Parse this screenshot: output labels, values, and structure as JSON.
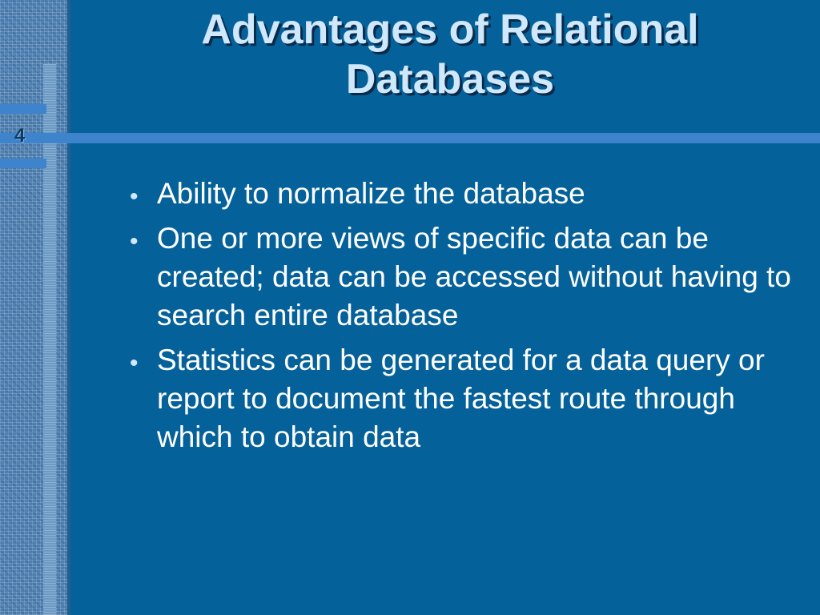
{
  "slide": {
    "number": "4",
    "title_lines": [
      "Advantages of Relational",
      "Databases"
    ],
    "bullet_glyph": "•",
    "bullets": [
      "Ability to normalize the database",
      "One or more views of specific data can be created; data can be accessed without having to search entire database",
      "Statistics can be generated for a data query or report to document the fastest route through which to obtain data"
    ]
  },
  "colors": {
    "background": "#05619a",
    "accent_rule": "#3d84cd",
    "title_text": "#cfe8fb",
    "body_text": "#ffffff"
  }
}
